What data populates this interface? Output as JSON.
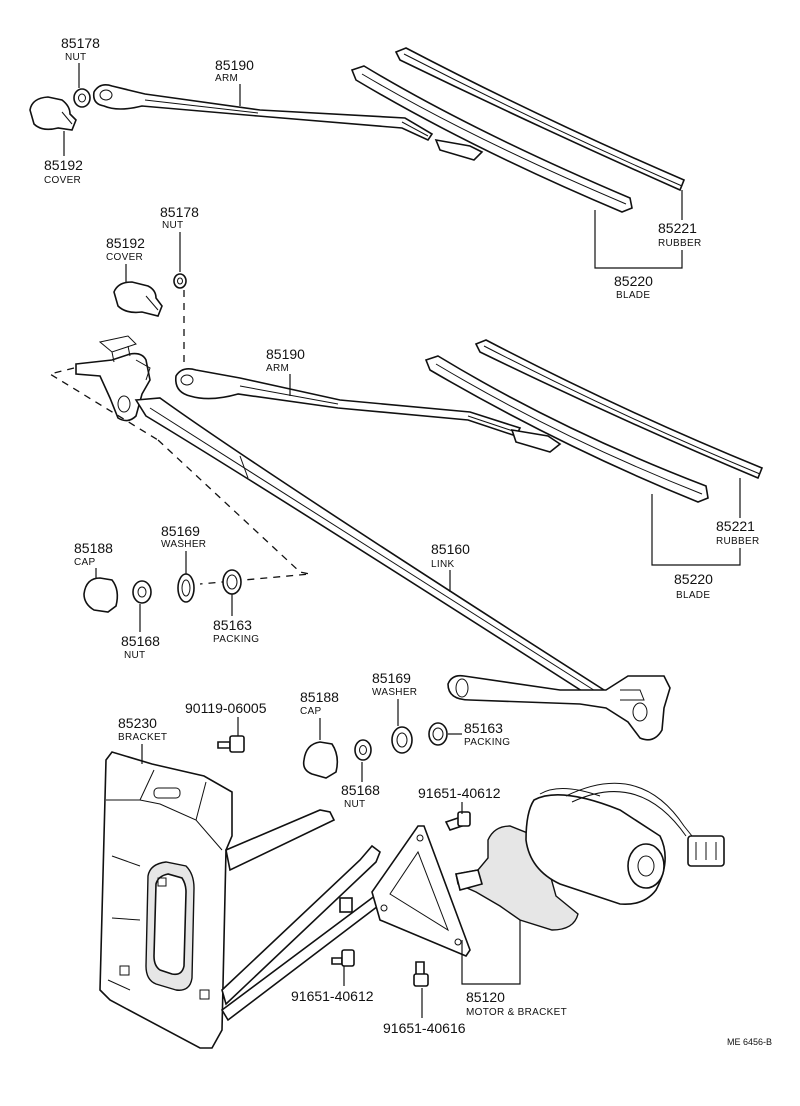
{
  "callouts": {
    "top_nut": {
      "number": "85178",
      "name": "NUT"
    },
    "top_cover": {
      "number": "85192",
      "name": "COVER"
    },
    "top_arm": {
      "number": "85190",
      "name": "ARM"
    },
    "top_rubber": {
      "number": "85221",
      "name": "RUBBER"
    },
    "top_blade": {
      "number": "85220",
      "name": "BLADE"
    },
    "mid_nut": {
      "number": "85178",
      "name": "NUT"
    },
    "mid_cover": {
      "number": "85192",
      "name": "COVER"
    },
    "mid_arm": {
      "number": "85190",
      "name": "ARM"
    },
    "mid_rubber": {
      "number": "85221",
      "name": "RUBBER"
    },
    "mid_blade": {
      "number": "85220",
      "name": "BLADE"
    },
    "left_cap": {
      "number": "85188",
      "name": "CAP"
    },
    "left_washer": {
      "number": "85169",
      "name": "WASHER"
    },
    "left_nut": {
      "number": "85168",
      "name": "NUT"
    },
    "left_packing": {
      "number": "85163",
      "name": "PACKING"
    },
    "link": {
      "number": "85160",
      "name": "LINK"
    },
    "right_washer": {
      "number": "85169",
      "name": "WASHER"
    },
    "right_cap": {
      "number": "85188",
      "name": "CAP"
    },
    "right_packing": {
      "number": "85163",
      "name": "PACKING"
    },
    "right_nut": {
      "number": "85168",
      "name": "NUT"
    },
    "bracket": {
      "number": "85230",
      "name": "BRACKET"
    },
    "bolt_top": {
      "number": "90119-06005"
    },
    "bolt_motor_top": {
      "number": "91651-40612"
    },
    "bolt_motor_bottom": {
      "number": "91651-40612"
    },
    "bolt_motor_screw": {
      "number": "91651-40616"
    },
    "motor": {
      "number": "85120",
      "name": "MOTOR & BRACKET"
    }
  },
  "figure_code": "ME 6456-B"
}
